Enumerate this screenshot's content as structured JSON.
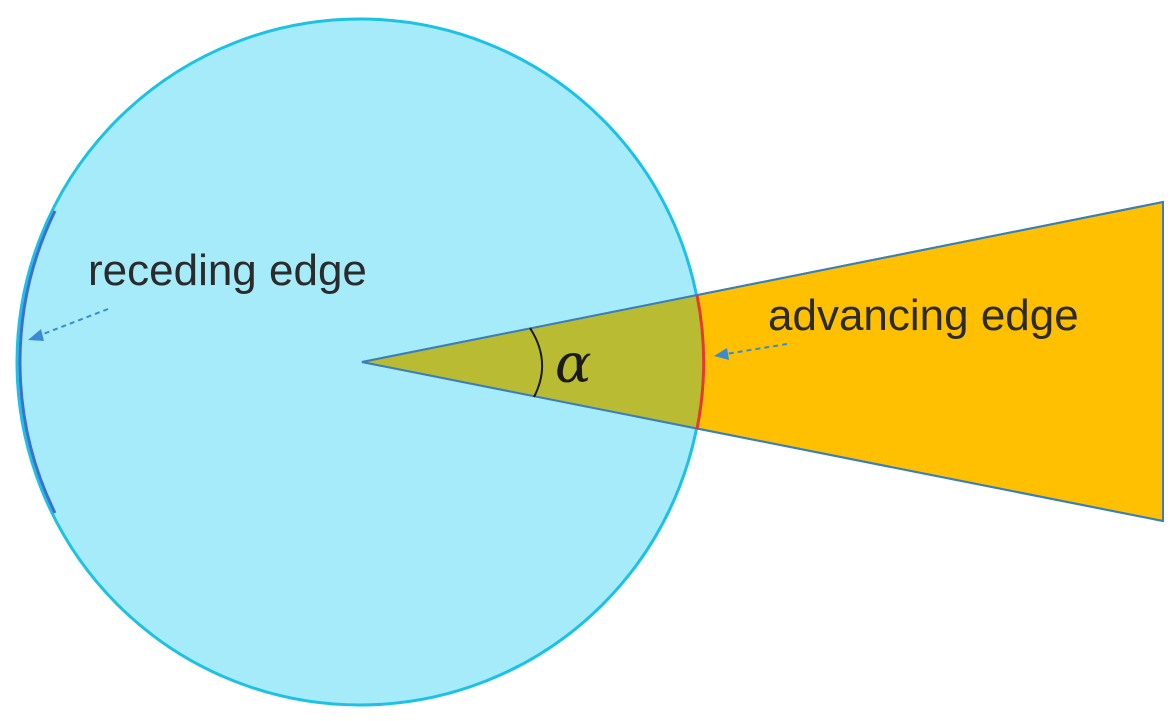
{
  "labels": {
    "receding": "receding edge",
    "advancing": "advancing edge",
    "angle": "α"
  },
  "colors": {
    "background": "#ffffff",
    "circle_fill": "#a6ebfa",
    "circle_stroke": "#1cc1e6",
    "wedge_fill": "#fec000",
    "overlap_fill": "#b9bb32",
    "advancing_arc": "#e83a2a",
    "receding_arc": "#3d6fd0",
    "arrow": "#3a8ad6",
    "angle_arc": "#1a1a1a",
    "label_text": "#2b2b2b"
  }
}
